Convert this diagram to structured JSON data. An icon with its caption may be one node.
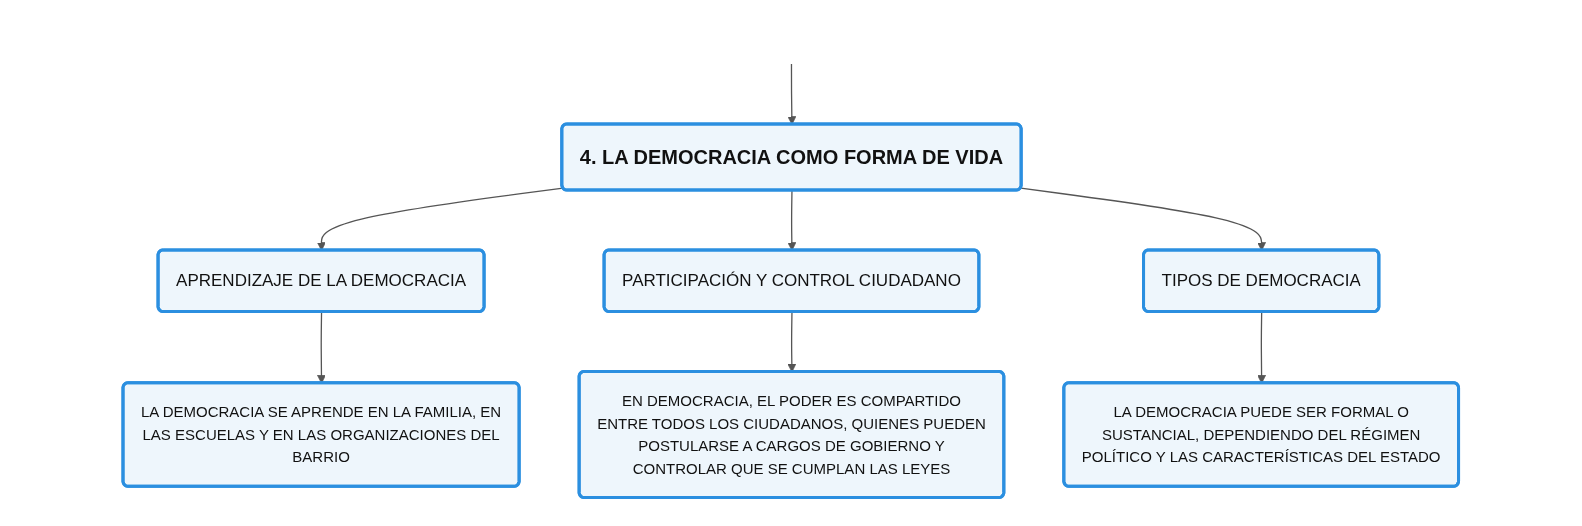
{
  "diagram": {
    "nodes": [
      {
        "text": [
          "4. LA DEMOCRACIA COMO FORMA DE VIDA"
        ]
      },
      {
        "text": [
          "APRENDIZAJE DE LA DEMOCRACIA"
        ]
      },
      {
        "text": [
          "PARTICIPACIÓN Y CONTROL CIUDADANO"
        ]
      },
      {
        "text": [
          "TIPOS DE DEMOCRACIA"
        ]
      },
      {
        "text": [
          "LA DEMOCRACIA SE APRENDE EN LA FAMILIA, EN LAS ESCUELAS Y EN LAS ORGANIZACIONES DEL BARRIO"
        ]
      },
      {
        "text": [
          "EN DEMOCRACIA, EL PODER ES COMPARTIDO ENTRE TODOS LOS CIUDADANOS, QUIENES PUEDEN POSTULARSE A CARGOS DE GOBIERNO Y CONTROLAR QUE SE CUMPLAN LAS LEYES"
        ]
      },
      {
        "text": [
          "LA DEMOCRACIA PUEDE SER FORMAL O SUSTANCIAL, DEPENDIENDO DEL RÉGIMEN POLÍTICO Y LAS CARACTERÍSTICAS DEL ESTADO"
        ]
      }
    ],
    "edges": [
      {
        "from": null,
        "to": 0,
        "arrow": "to"
      },
      {
        "from": 0,
        "to": 1,
        "arrow": "to"
      },
      {
        "from": 0,
        "to": 2,
        "arrow": "to"
      },
      {
        "from": 0,
        "to": 3,
        "arrow": "to"
      },
      {
        "from": 1,
        "to": 4,
        "arrow": "to"
      },
      {
        "from": 2,
        "to": 5,
        "arrow": "to"
      },
      {
        "from": 3,
        "to": 6,
        "arrow": "to"
      }
    ]
  }
}
